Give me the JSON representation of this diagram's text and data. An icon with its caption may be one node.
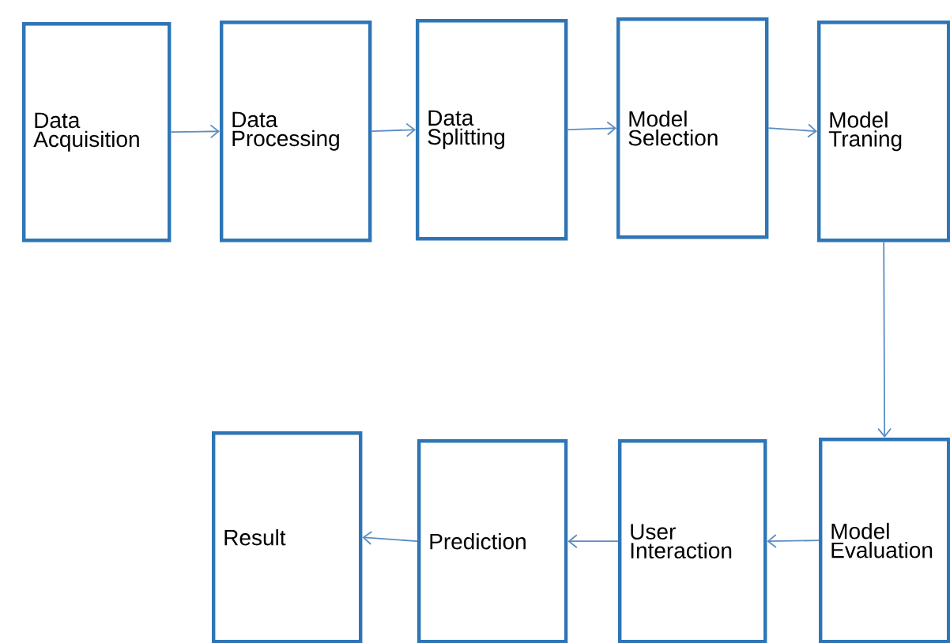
{
  "diagram": {
    "nodes": [
      {
        "text": [
          "Data Acquisition"
        ]
      },
      {
        "text": [
          "Data Processing"
        ]
      },
      {
        "text": [
          "Data Splitting"
        ]
      },
      {
        "text": [
          "Model Selection"
        ]
      },
      {
        "text": [
          "Model Traning"
        ]
      },
      {
        "text": [
          "Model Evaluation"
        ]
      },
      {
        "text": [
          "User Interaction"
        ]
      },
      {
        "text": [
          "Prediction"
        ]
      },
      {
        "text": [
          "Result"
        ]
      }
    ],
    "edges": [
      {
        "from": 0,
        "to": 1,
        "arrow": "to"
      },
      {
        "from": 1,
        "to": 2,
        "arrow": "to"
      },
      {
        "from": 2,
        "to": 3,
        "arrow": "to"
      },
      {
        "from": 3,
        "to": 4,
        "arrow": "to"
      },
      {
        "from": 4,
        "to": 5,
        "arrow": "to"
      },
      {
        "from": 5,
        "to": 6,
        "arrow": "to"
      },
      {
        "from": 6,
        "to": 7,
        "arrow": "to"
      },
      {
        "from": 7,
        "to": 8,
        "arrow": "to"
      }
    ]
  }
}
